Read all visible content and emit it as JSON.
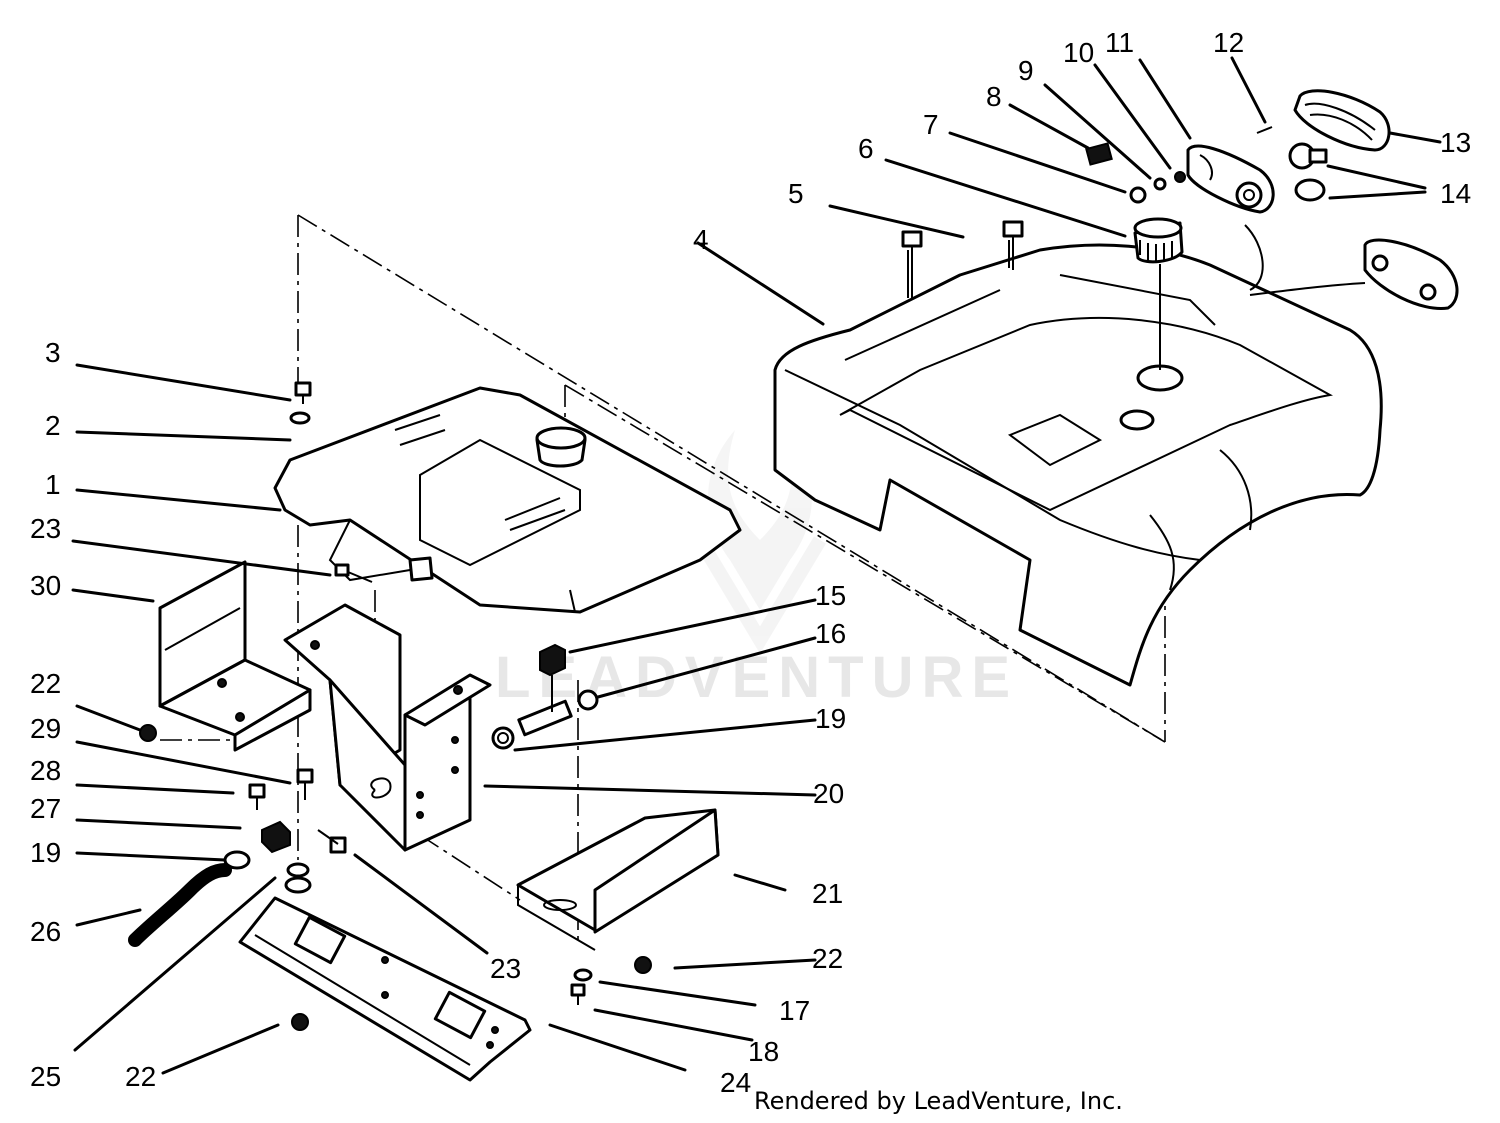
{
  "watermark": {
    "text": "LEADVENTURE"
  },
  "footer": {
    "text": "Rendered by LeadVenture, Inc."
  },
  "callouts": [
    {
      "id": "c1",
      "label": "1"
    },
    {
      "id": "c2",
      "label": "2"
    },
    {
      "id": "c3",
      "label": "3"
    },
    {
      "id": "c4",
      "label": "4"
    },
    {
      "id": "c5",
      "label": "5"
    },
    {
      "id": "c6",
      "label": "6"
    },
    {
      "id": "c7",
      "label": "7"
    },
    {
      "id": "c8",
      "label": "8"
    },
    {
      "id": "c9",
      "label": "9"
    },
    {
      "id": "c10",
      "label": "10"
    },
    {
      "id": "c11",
      "label": "11"
    },
    {
      "id": "c12",
      "label": "12"
    },
    {
      "id": "c13",
      "label": "13"
    },
    {
      "id": "c14",
      "label": "14"
    },
    {
      "id": "c15",
      "label": "15"
    },
    {
      "id": "c16",
      "label": "16"
    },
    {
      "id": "c17",
      "label": "17"
    },
    {
      "id": "c18",
      "label": "18"
    },
    {
      "id": "c19a",
      "label": "19"
    },
    {
      "id": "c19b",
      "label": "19"
    },
    {
      "id": "c20",
      "label": "20"
    },
    {
      "id": "c21",
      "label": "21"
    },
    {
      "id": "c22a",
      "label": "22"
    },
    {
      "id": "c22b",
      "label": "22"
    },
    {
      "id": "c22c",
      "label": "22"
    },
    {
      "id": "c23a",
      "label": "23"
    },
    {
      "id": "c23b",
      "label": "23"
    },
    {
      "id": "c24",
      "label": "24"
    },
    {
      "id": "c25",
      "label": "25"
    },
    {
      "id": "c26",
      "label": "26"
    },
    {
      "id": "c27",
      "label": "27"
    },
    {
      "id": "c28",
      "label": "28"
    },
    {
      "id": "c29",
      "label": "29"
    },
    {
      "id": "c30",
      "label": "30"
    }
  ]
}
